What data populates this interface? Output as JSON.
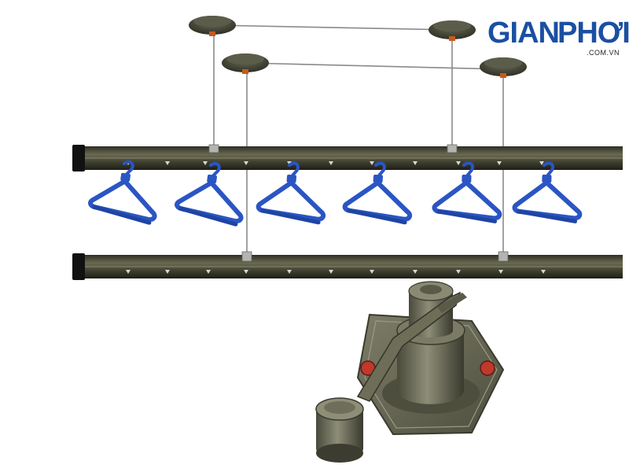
{
  "logo": {
    "brand_first": "GIAN",
    "brand_second": "PHƠI",
    "domain": ".COM.VN",
    "brand_color": "#1a4fa3"
  },
  "product": {
    "rail_color": "#4a4a38",
    "hanger_color": "#2a55c4",
    "crank_color": "#6b6b58",
    "ceiling_pulley_count": 4,
    "rail_count": 2,
    "hanger_count": 6
  }
}
